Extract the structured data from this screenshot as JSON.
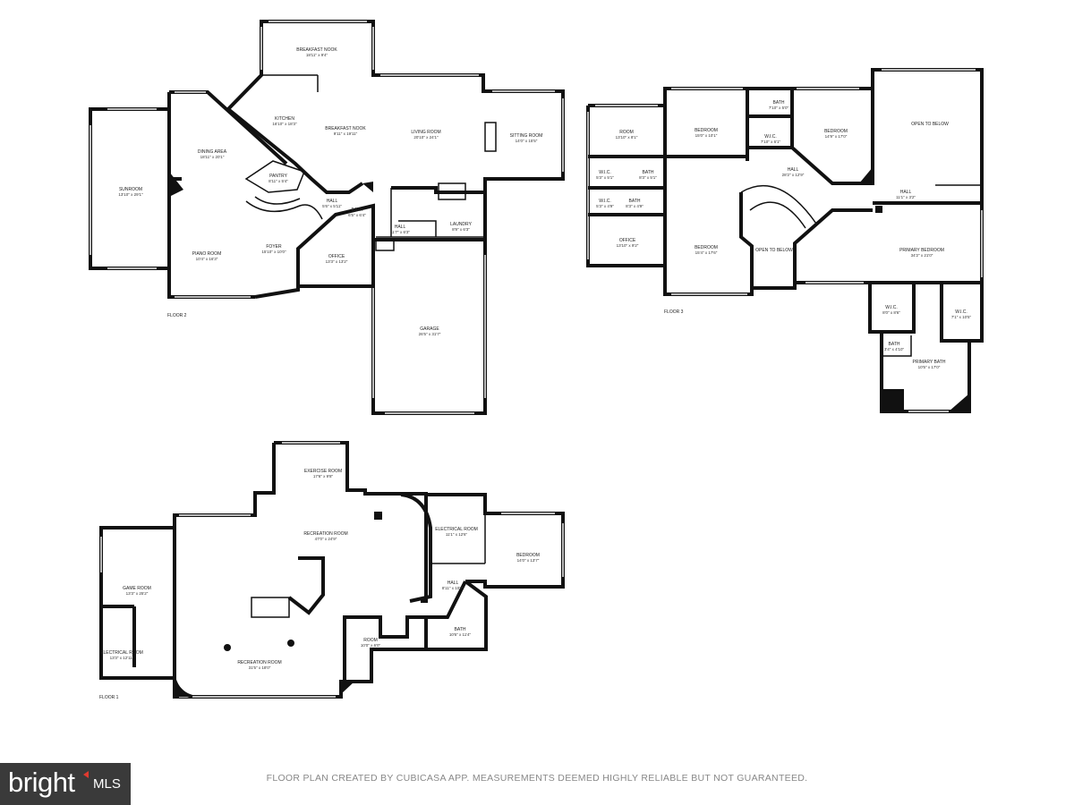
{
  "floors": {
    "floor2": {
      "label": "FLOOR 2",
      "rooms": [
        {
          "name": "BREAKFAST NOOK",
          "dims": "18'11\" x 9'4\""
        },
        {
          "name": "KITCHEN",
          "dims": "16'10\" x 18'3\""
        },
        {
          "name": "BREAKFAST NOOK",
          "dims": "9'11\" x 19'11\""
        },
        {
          "name": "LIVING ROOM",
          "dims": "20'10\" x 24'1\""
        },
        {
          "name": "SITTING ROOM",
          "dims": "14'0\" x 15'5\""
        },
        {
          "name": "SUNROOM",
          "dims": "13'10\" x 29'1\""
        },
        {
          "name": "DINING AREA",
          "dims": "18'11\" x 20'1\""
        },
        {
          "name": "PANTRY",
          "dims": "8'11\" x 5'4\""
        },
        {
          "name": "HALL",
          "dims": "5'6\" x 5'11\""
        },
        {
          "name": "BATH",
          "dims": "6'5\" x 6'4\""
        },
        {
          "name": "HALL",
          "dims": "11'7\" x 6'3\""
        },
        {
          "name": "LAUNDRY",
          "dims": "8'9\" x 6'3\""
        },
        {
          "name": "PIANO ROOM",
          "dims": "10'4\" x 16'3\""
        },
        {
          "name": "FOYER",
          "dims": "15'10\" x 10'0\""
        },
        {
          "name": "OFFICE",
          "dims": "13'3\" x 13'2\""
        },
        {
          "name": "GARAGE",
          "dims": "26'5\" x 31'7\""
        }
      ]
    },
    "floor3": {
      "label": "FLOOR 3",
      "rooms": [
        {
          "name": "ROOM",
          "dims": "13'10\" x 8'1\""
        },
        {
          "name": "BEDROOM",
          "dims": "15'0\" x 10'1\""
        },
        {
          "name": "BATH",
          "dims": "7'10\" x 5'0\""
        },
        {
          "name": "W.I.C.",
          "dims": "7'10\" x 6'1\""
        },
        {
          "name": "BEDROOM",
          "dims": "14'9\" x 17'0\""
        },
        {
          "name": "OPEN TO BELOW",
          "dims": ""
        },
        {
          "name": "W.I.C.",
          "dims": "5'3\" x 5'1\""
        },
        {
          "name": "BATH",
          "dims": "8'3\" x 5'1\""
        },
        {
          "name": "HALL",
          "dims": "28'2\" x 12'9\""
        },
        {
          "name": "HALL",
          "dims": "11'1\" x 3'2\""
        },
        {
          "name": "W.I.C.",
          "dims": "5'3\" x 4'9\""
        },
        {
          "name": "BATH",
          "dims": "8'3\" x 4'9\""
        },
        {
          "name": "OFFICE",
          "dims": "13'10\" x 9'2\""
        },
        {
          "name": "BEDROOM",
          "dims": "15'4\" x 17'6\""
        },
        {
          "name": "OPEN TO BELOW",
          "dims": ""
        },
        {
          "name": "PRIMARY BEDROOM",
          "dims": "34'2\" x 21'0\""
        },
        {
          "name": "W.I.C.",
          "dims": "8'0\" x 8'6\""
        },
        {
          "name": "W.I.C.",
          "dims": "7'1\" x 10'5\""
        },
        {
          "name": "BATH",
          "dims": "3'4\" x 4'10\""
        },
        {
          "name": "PRIMARY BATH",
          "dims": "10'5\" x 17'0\""
        }
      ]
    },
    "floor1": {
      "label": "FLOOR 1",
      "rooms": [
        {
          "name": "EXERCISE ROOM",
          "dims": "17'6\" x 9'8\""
        },
        {
          "name": "RECREATION ROOM",
          "dims": "47'0\" x 24'9\""
        },
        {
          "name": "ELECTRICAL ROOM",
          "dims": "11'1\" x 12'6\""
        },
        {
          "name": "BEDROOM",
          "dims": "14'0\" x 13'7\""
        },
        {
          "name": "HALL",
          "dims": "8'11\" x 10'0\""
        },
        {
          "name": "GAME ROOM",
          "dims": "13'3\" x 25'2\""
        },
        {
          "name": "BATH",
          "dims": "10'6\" x 11'4\""
        },
        {
          "name": "ROOM",
          "dims": "10'0\" x 6'0\""
        },
        {
          "name": "ELECTRICAL ROOM",
          "dims": "13'3\" x 12'11\""
        },
        {
          "name": "RECREATION ROOM",
          "dims": "31'5\" x 18'0\""
        }
      ]
    }
  },
  "disclaimer": "FLOOR PLAN CREATED BY CUBICASA APP. MEASUREMENTS DEEMED HIGHLY RELIABLE BUT NOT GUARANTEED.",
  "logo": {
    "brand": "bright",
    "suffix": "MLS",
    "colors": {
      "background": "#3a3a3a",
      "accent": "#e03a2f"
    }
  }
}
